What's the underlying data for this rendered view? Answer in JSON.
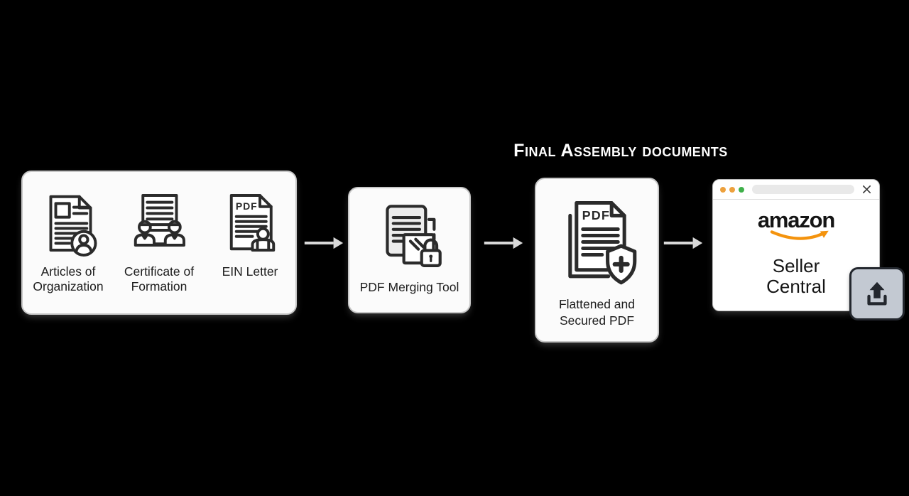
{
  "title": {
    "text": "Final Assembly documents"
  },
  "colors": {
    "bg": "#000000",
    "box_bg": "#fbfbfb",
    "box_border": "#c6c6c6",
    "icon_stroke": "#2b2b2b",
    "label_text": "#1c1c1c",
    "title_text": "#ffffff",
    "arrow": "#d8d8d8",
    "amazon_text": "#151515",
    "amazon_orange": "#f4930d",
    "dot_orange": "#eda13d",
    "dot_green": "#3fb04a",
    "titlebar_border": "#dddddd",
    "address_bar": "#e9e9e9",
    "close_x": "#3a3a3a",
    "upload_bg": "#c3c9d2",
    "upload_border": "#23272e",
    "upload_icon": "#23272e"
  },
  "flow": {
    "sources": {
      "items": [
        {
          "name": "articles-of-organization",
          "icon": "document-with-person-badge-icon",
          "label": "Articles of Organization"
        },
        {
          "name": "certificate-of-formation",
          "icon": "document-with-two-people-icon",
          "label": "Certificate of Formation"
        },
        {
          "name": "ein-letter",
          "icon": "pdf-document-with-person-icon",
          "icon_text": "PDF",
          "label": "EIN Letter"
        }
      ]
    },
    "merging_tool": {
      "icon": "pdf-merge-with-lock-icon",
      "label": "PDF Merging Tool"
    },
    "secured_pdf": {
      "icon": "pdf-document-with-shield-icon",
      "icon_text": "PDF",
      "label": "Flattened and Secured PDF"
    },
    "destination": {
      "type": "browser-window",
      "logo_text": "amazon",
      "label": "Seller Central",
      "window_controls": {
        "dots": [
          "orange",
          "orange",
          "green"
        ],
        "close": "x"
      },
      "upload_icon": "upload-arrow-icon"
    },
    "arrow_icon": "right-arrow-icon"
  }
}
